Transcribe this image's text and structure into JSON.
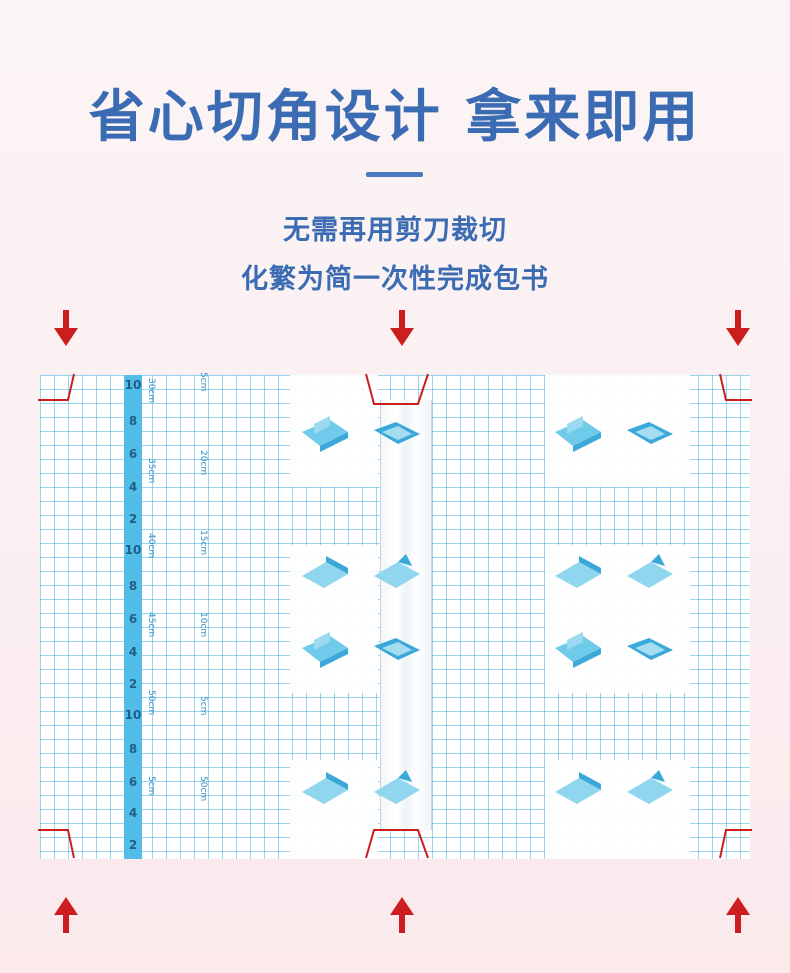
{
  "headline": "省心切角设计  拿来即用",
  "subtitle_lines": [
    "无需再用剪刀裁切",
    "化繁为简一次性完成包书"
  ],
  "ruler": {
    "numbers": [
      "10",
      "8",
      "6",
      "4",
      "2",
      "10",
      "8",
      "6",
      "4",
      "2",
      "10",
      "8",
      "6",
      "4",
      "2"
    ],
    "labels_left": [
      "30cm",
      "35cm",
      "40cm",
      "45cm",
      "50cm",
      "5cm"
    ],
    "labels_right": [
      "5cm",
      "20cm",
      "15cm",
      "10cm",
      "5cm",
      "50cm"
    ]
  },
  "icons": {
    "arrow_down": "arrow-down-icon",
    "arrow_up": "arrow-up-icon",
    "book": "book-cover-icon"
  },
  "colors": {
    "headline": "#3b6cb3",
    "arrow": "#cc1e1e",
    "grid": "#48b0e0",
    "ruler": "#52bde7"
  }
}
